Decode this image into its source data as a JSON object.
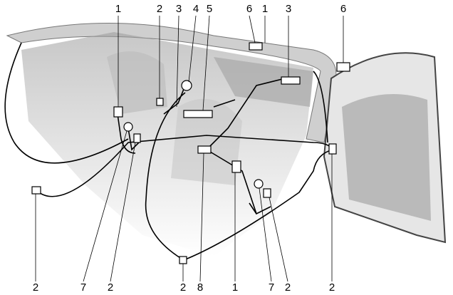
{
  "diagram": {
    "top_callouts": [
      "1",
      "2",
      "3",
      "4",
      "5",
      "6",
      "1",
      "3",
      "6"
    ],
    "bottom_callouts": [
      "2",
      "7",
      "2",
      "2",
      "8",
      "1",
      "7",
      "2",
      "2"
    ]
  },
  "colors": {
    "wire": "#000000",
    "body": "#cfcfcf",
    "component": "#ffffff"
  }
}
